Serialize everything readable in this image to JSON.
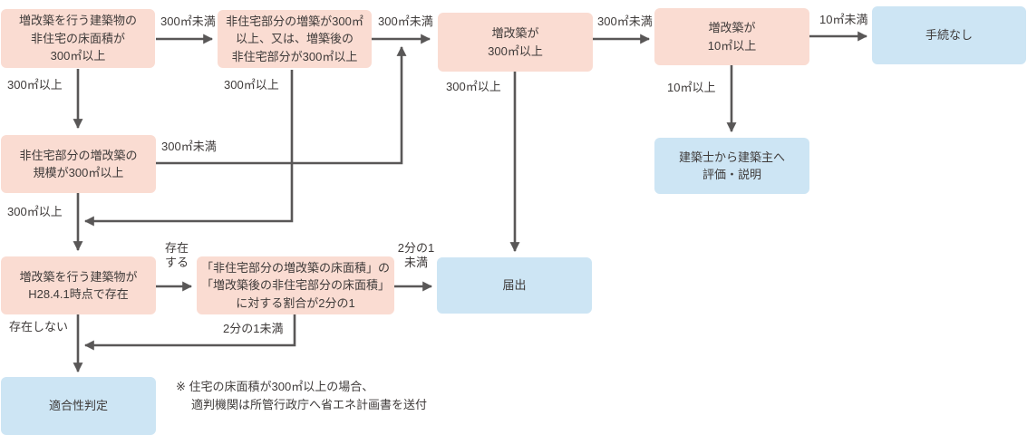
{
  "colors": {
    "condition_fill": "#FADCD2",
    "result_fill": "#CDE5F4",
    "arrow": "#595757",
    "text": "#3E3A39"
  },
  "nodes": [
    {
      "label": "増改築を行う建築物の\n非住宅の床面積が\n300㎡以上"
    },
    {
      "label": "非住宅部分の増築が300㎡\n以上、又は、増築後の\n非住宅部分が300㎡以上"
    },
    {
      "label": "増改築が\n300㎡以上"
    },
    {
      "label": "増改築が\n10㎡以上"
    },
    {
      "label": "手続なし"
    },
    {
      "label": "非住宅部分の増改築の\n規模が300㎡以上"
    },
    {
      "label": "増改築を行う建築物が\nH28.4.1時点で存在"
    },
    {
      "label": "「非住宅部分の増改築の床面積」の\n「増改築後の非住宅部分の床面積」\nに対する割合が2分の1"
    },
    {
      "label": "適合性判定"
    },
    {
      "label": "届出"
    },
    {
      "label": "建築士から建築主へ\n評価・説明"
    }
  ],
  "edge_labels": [
    {
      "text": "300㎡未満"
    },
    {
      "text": "300㎡未満"
    },
    {
      "text": "300㎡未満"
    },
    {
      "text": "10㎡未満"
    },
    {
      "text": "300㎡以上"
    },
    {
      "text": "300㎡以上"
    },
    {
      "text": "300㎡未満"
    },
    {
      "text": "300㎡以上"
    },
    {
      "text": "300㎡以上"
    },
    {
      "text": "10㎡以上"
    },
    {
      "text": "存在\nする"
    },
    {
      "text": "存在しない"
    },
    {
      "text": "2分の1未満"
    },
    {
      "text": "2分の1\n未満"
    }
  ],
  "note": {
    "line1": "※ 住宅の床面積が300㎡以上の場合、",
    "line2": "適判機関は所管行政庁へ省エネ計画書を送付"
  }
}
